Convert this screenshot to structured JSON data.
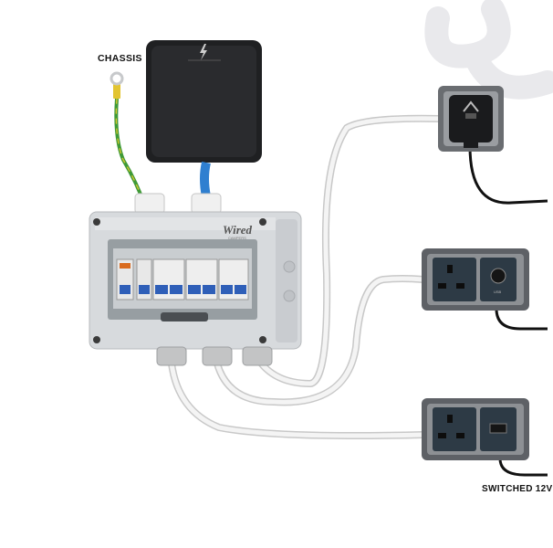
{
  "labels": {
    "chassis": "CHASSIS",
    "switched": "SWITCHED 12V"
  },
  "consumer_unit": {
    "brand": "Wired",
    "brand_sub": "CAMPERS"
  },
  "socket_usb": {
    "usb_label": "USB"
  },
  "colors": {
    "background": "#ffffff",
    "enclosure": "#d7dadd",
    "hookup_cover": "#1f2022",
    "earth_wire": "#3f9a37",
    "hookup_cable": "#2f7fd0",
    "breaker_blue": "#2f5fb8",
    "socket_frame": "#5e6166",
    "socket_face": "#2d3a45",
    "cable": "#f2f2f2"
  },
  "icons": {
    "hookup_cover": "lightning-icon",
    "ev_socket": "plug-icon"
  }
}
